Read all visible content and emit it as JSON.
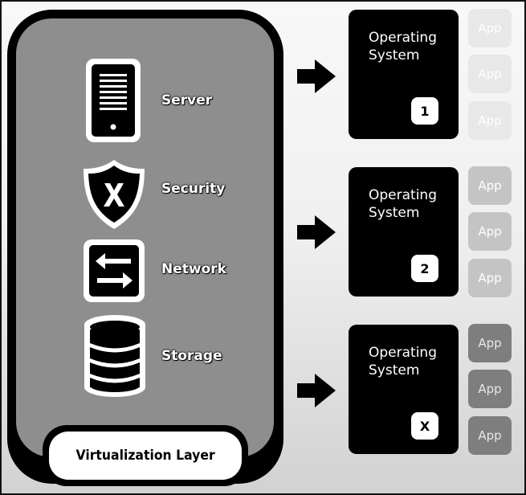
{
  "diagram": {
    "virtualization_layer_label": "Virtualization Layer",
    "resources": [
      {
        "label": "Server",
        "icon": "server-icon"
      },
      {
        "label": "Security",
        "icon": "shield-icon"
      },
      {
        "label": "Network",
        "icon": "network-arrows-icon"
      },
      {
        "label": "Storage",
        "icon": "database-icon"
      }
    ],
    "operating_systems": [
      {
        "title": "Operating\nSystem",
        "badge": "1",
        "apps": [
          "App",
          "App",
          "App"
        ]
      },
      {
        "title": "Operating\nSystem",
        "badge": "2",
        "apps": [
          "App",
          "App",
          "App"
        ]
      },
      {
        "title": "Operating\nSystem",
        "badge": "X",
        "apps": [
          "App",
          "App",
          "App"
        ]
      }
    ],
    "colors": {
      "panel": "#8e8e8e",
      "box": "#000000",
      "app_light": "#e8e8e8",
      "app_mid": "#c4c4c4",
      "app_dark": "#7e7e7e"
    }
  }
}
